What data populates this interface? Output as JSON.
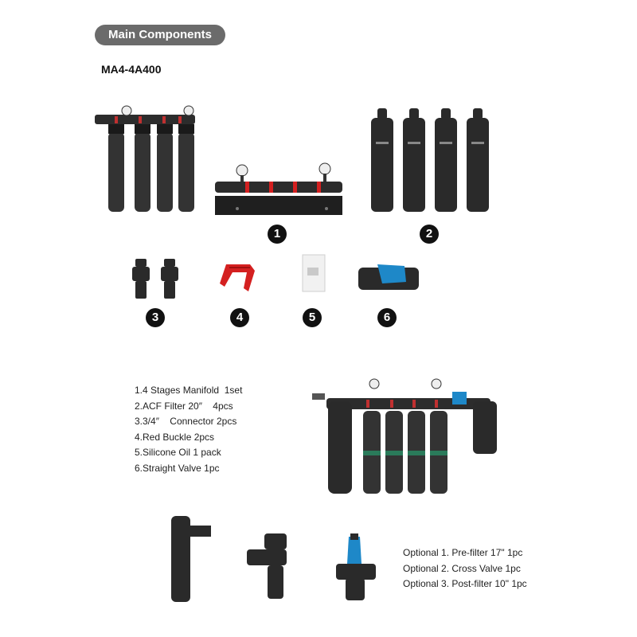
{
  "header": {
    "title": "Main Components"
  },
  "model": "MA4-4A400",
  "number_badges": [
    "1",
    "2",
    "3",
    "4",
    "5",
    "6"
  ],
  "components": [
    "1.4 Stages Manifold  1set",
    "2.ACF Filter 20″    4pcs",
    "3.3/4″    Connector 2pcs",
    "4.Red Buckle 2pcs",
    "5.Silicone Oil 1 pack",
    "6.Straight Valve 1pc"
  ],
  "optional": [
    "Optional 1. Pre-filter 17\" 1pc",
    "Optional 2. Cross Valve 1pc",
    "Optional 3. Post-filter 10\" 1pc"
  ],
  "colors": {
    "pill_bg": "#6b6b6b",
    "body": "#2a2a2a",
    "accent_red": "#d42020",
    "accent_blue": "#1e88c8"
  },
  "icons": [
    "filter-system-assembled",
    "manifold",
    "acf-filter-cartridge",
    "connector",
    "red-buckle",
    "silicone-oil-pack",
    "straight-valve",
    "pre-filter",
    "cross-valve",
    "post-filter"
  ]
}
